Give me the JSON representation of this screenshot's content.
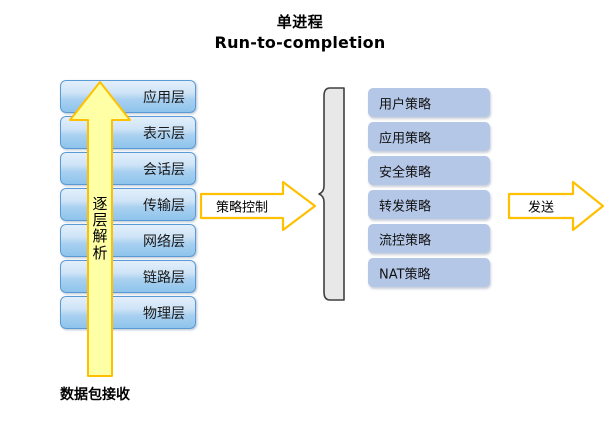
{
  "diagram": {
    "title": {
      "line1": "单进程",
      "line2": "Run-to-completion"
    },
    "osi_stack": {
      "name": "OSI 协议栈",
      "layers": [
        {
          "label": "应用层"
        },
        {
          "label": "表示层"
        },
        {
          "label": "会话层"
        },
        {
          "label": "传输层"
        },
        {
          "label": "网络层"
        },
        {
          "label": "链路层"
        },
        {
          "label": "物理层"
        }
      ]
    },
    "up_arrow": {
      "label_chars": [
        "逐",
        "层",
        "解",
        "析"
      ],
      "label": "逐层解析",
      "fill_color": "#ffffa6",
      "border_color": "#ffc000",
      "direction": "up"
    },
    "bottom_caption": "数据包接收",
    "policy_control_arrow": {
      "label": "策略控制",
      "fill_color": "#ffffff",
      "border_color": "#ffc000",
      "direction": "right"
    },
    "brace": {
      "name": "left-curly-brace",
      "fill_color": "#e8e8e8",
      "edge_color": "#3f3f3f"
    },
    "policy_list": {
      "items": [
        {
          "label": "用户策略"
        },
        {
          "label": "应用策略"
        },
        {
          "label": "安全策略"
        },
        {
          "label": "转发策略"
        },
        {
          "label": "流控策略"
        },
        {
          "label": "NAT策略"
        }
      ],
      "fill_color": "#b4c7e7"
    },
    "send_arrow": {
      "label": "发送",
      "fill_color": "#ffffff",
      "border_color": "#ffc000",
      "direction": "right"
    }
  }
}
